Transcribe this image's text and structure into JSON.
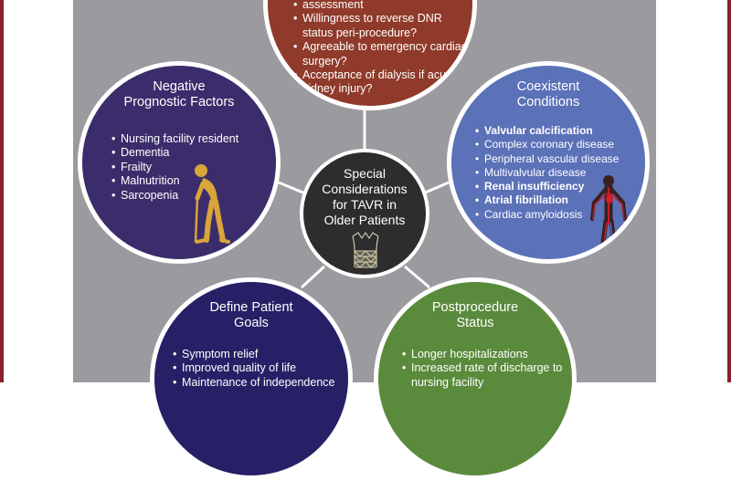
{
  "colors": {
    "border": "#8a1e2e",
    "panel": "#9a9a9f",
    "top_circle": "#8f3a2a",
    "negative": "#3b2d6b",
    "coexistent": "#5b71b8",
    "center": "#2d2d2d",
    "goals": "#262066",
    "post": "#5a8a3c"
  },
  "center": {
    "lines": [
      "Special",
      "Considerations",
      "for TAVR in",
      "Older Patients"
    ],
    "icon": "tavr-valve-icon"
  },
  "top_circle": {
    "items": [
      "assessment",
      "Willingness to reverse DNR status peri-procedure?",
      "Agreeable to emergency cardiac surgery?",
      "Acceptance of dialysis if acute kidney injury?"
    ]
  },
  "negative": {
    "title": [
      "Negative",
      "Prognostic Factors"
    ],
    "items": [
      "Nursing facility resident",
      "Dementia",
      "Frailty",
      "Malnutrition",
      "Sarcopenia"
    ],
    "icon": "elderly-person-with-cane-icon"
  },
  "coexistent": {
    "title": [
      "Coexistent",
      "Conditions"
    ],
    "items": [
      "Valvular calcification",
      "Complex coronary disease",
      "Peripheral vascular disease",
      "Multivalvular disease",
      "Renal insufficiency",
      "Atrial fibrillation",
      "Cardiac amyloidosis"
    ],
    "icon": "human-circulatory-system-icon"
  },
  "goals": {
    "title": [
      "Define Patient",
      "Goals"
    ],
    "items": [
      "Symptom relief",
      "Improved quality of life",
      "Maintenance of independence"
    ]
  },
  "post": {
    "title": [
      "Postprocedure",
      "Status"
    ],
    "items": [
      "Longer hospitalizations",
      "Increased rate of discharge to nursing facility"
    ]
  }
}
